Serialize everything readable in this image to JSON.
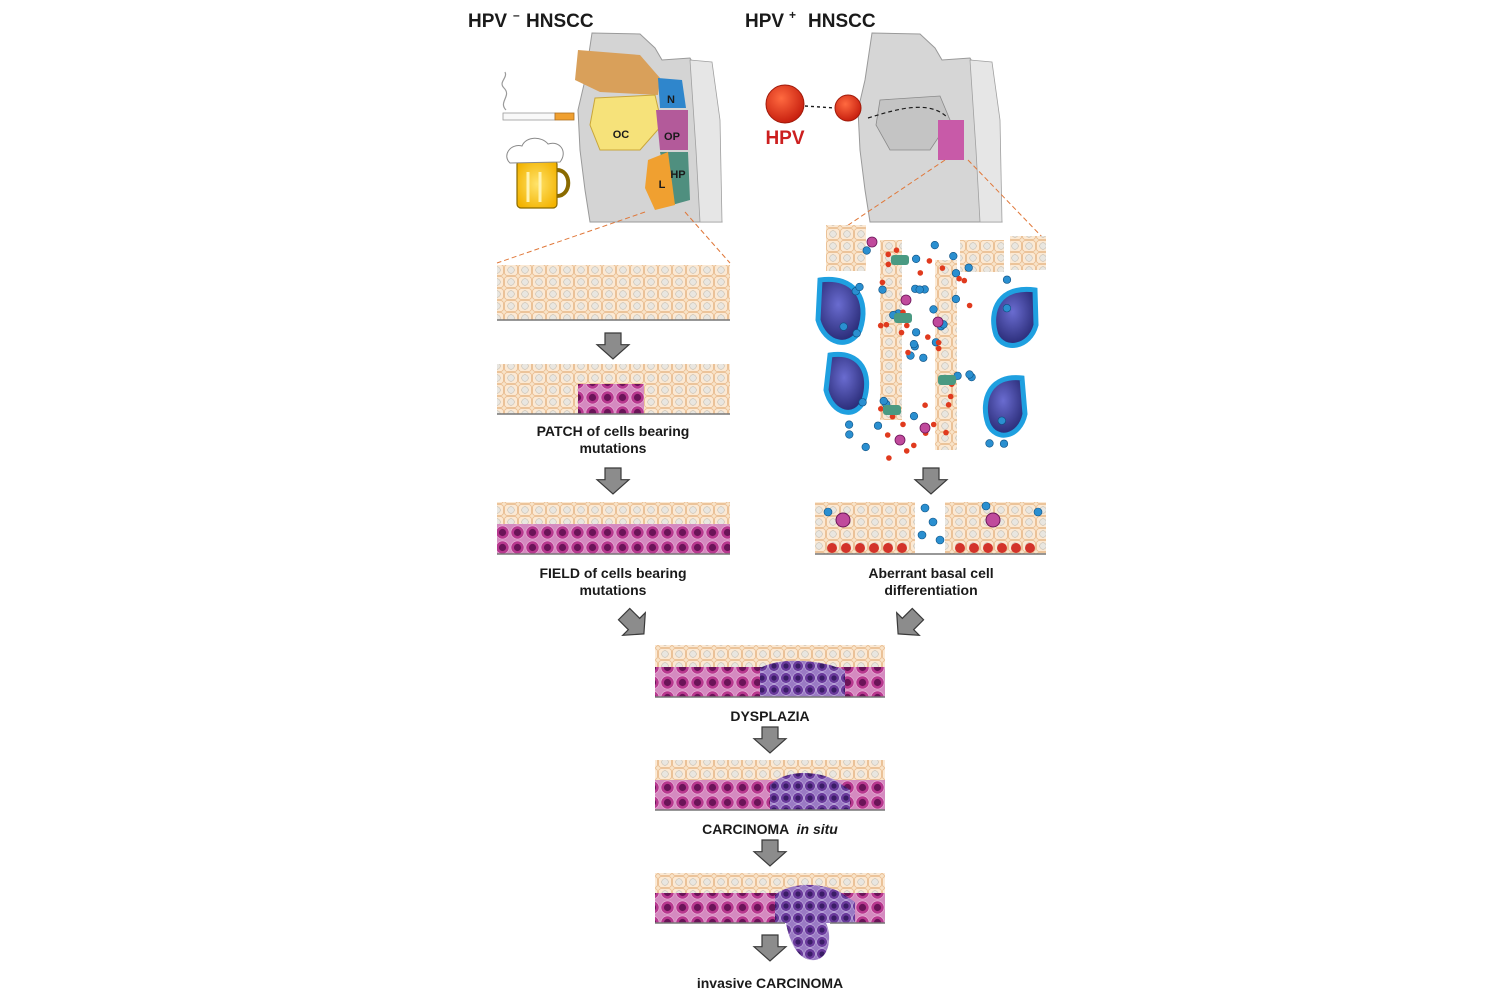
{
  "headers": {
    "left": {
      "main": "HPV",
      "sup": "–",
      "suffix": "HNSCC"
    },
    "right": {
      "main": "HPV",
      "sup": "+",
      "suffix": "HNSCC"
    }
  },
  "anatomy_labels": {
    "n": "N",
    "oc": "OC",
    "op": "OP",
    "l": "L",
    "hp": "HP"
  },
  "virus_label": "HPV",
  "left_path": {
    "patch": [
      "PATCH of cells bearing",
      "mutations"
    ],
    "field": [
      "FIELD of cells bearing",
      "mutations"
    ]
  },
  "right_path": {
    "aberrant": [
      "Aberrant basal cell",
      "differentiation"
    ]
  },
  "stages": {
    "dysplasia": "DYSPLAZIA",
    "cis_main": "CARCINOMA",
    "cis_italic": "in situ",
    "invasive": "invasive CARCINOMA"
  },
  "colors": {
    "tissue_light": "#f8e3c8",
    "tissue_cell": "#e9e6e0",
    "mutated": "#b8388f",
    "mutated_dark": "#6a1458",
    "carcinoma": "#6a3a9c",
    "arrow": "#8c8c8c",
    "virus": "#e03a1e",
    "hpv_text": "#cc1f1f",
    "immune_blue": "#2a8fd0",
    "dendritic_teal": "#4a9a82",
    "large_cell": "#33358f"
  }
}
